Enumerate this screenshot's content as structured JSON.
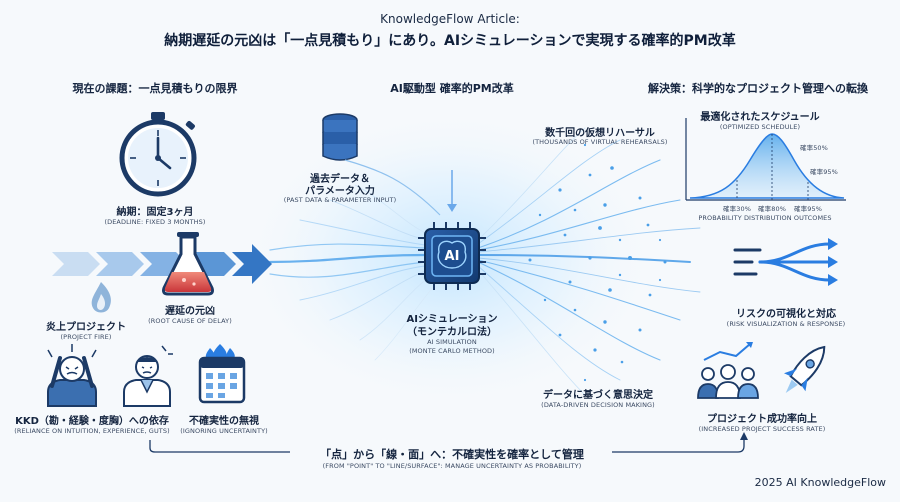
{
  "header": {
    "kicker": "KnowledgeFlow Article:",
    "title": "納期遅延の元凶は「一点見積もり」にあり。AIシミュレーションで実現する確率的PM改革"
  },
  "sections": {
    "left": "現在の課題：一点見積もりの限界",
    "center": "AI駆動型 確率的PM改革",
    "right": "解決策：科学的なプロジェクト管理への転換"
  },
  "left": {
    "deadline": {
      "label": "納期：固定3ヶ月",
      "sub": "(DEADLINE: FIXED 3 MONTHS)"
    },
    "fire": {
      "label": "炎上プロジェクト",
      "sub": "(PROJECT FIRE)"
    },
    "cause": {
      "label": "遅延の元凶",
      "sub": "(ROOT CAUSE OF DELAY)"
    },
    "kkd": {
      "label": "KKD（勘・経験・度胸）への依存",
      "sub": "(RELIANCE ON INTUITION, EXPERIENCE, GUTS)"
    },
    "ignore": {
      "label": "不確実性の無視",
      "sub": "(IGNORING UNCERTAINTY)"
    }
  },
  "center": {
    "input": {
      "label1": "過去データ＆",
      "label2": "パラメータ入力",
      "sub": "(PAST DATA & PARAMETER INPUT)"
    },
    "chip_text": "AI",
    "sim": {
      "label1": "AIシミュレーション",
      "label2": "（モンテカルロ法）",
      "sub1": "AI SIMULATION",
      "sub2": "(MONTE CARLO METHOD)"
    },
    "rehearsal": {
      "label": "数千回の仮想リハーサル",
      "sub": "(THOUSANDS OF VIRTUAL REHEARSALS)"
    },
    "decision": {
      "label": "データに基づく意思決定",
      "sub": "(DATA-DRIVEN DECISION MAKING)"
    }
  },
  "right": {
    "schedule": {
      "label": "最適化されたスケジュール",
      "sub": "(OPTIMIZED SCHEDULE)"
    },
    "prob50": "確率50%",
    "prob95": "確率95%",
    "ticks": [
      "確率30%",
      "確率80%",
      "確率95%"
    ],
    "dist_caption": "PROBABILITY DISTRIBUTION OUTCOMES",
    "risk": {
      "label": "リスクの可視化と対応",
      "sub": "(RISK VISUALIZATION & RESPONSE)"
    },
    "success": {
      "label": "プロジェクト成功率向上",
      "sub": "(INCREASED PROJECT SUCCESS RATE)"
    }
  },
  "footer": {
    "banner": "「点」から「線・面」へ：不確実性を確率として管理",
    "banner_sub": "(FROM \"POINT\" TO \"LINE/SURFACE\": MANAGE UNCERTAINTY AS PROBABILITY)",
    "copyright": "2025 AI KnowledgeFlow"
  },
  "colors": {
    "navy": "#1c3a66",
    "accent": "#2a7de1",
    "light": "#9ccaf2"
  }
}
